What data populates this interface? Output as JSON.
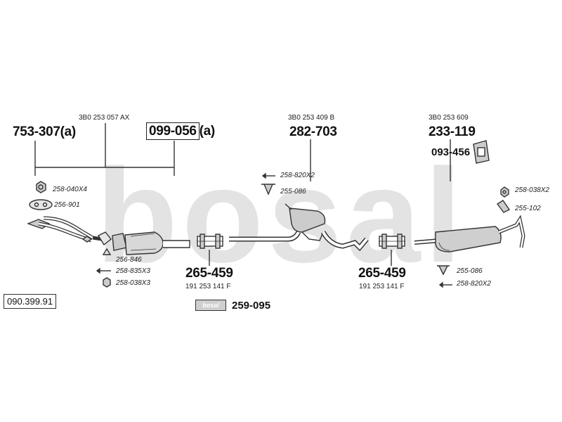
{
  "catalog_number": "090.399.91",
  "brand_tag": "bosal",
  "watermark": "bosal",
  "colors": {
    "watermark": "#e3e3e3",
    "line": "#333333",
    "part_fill": "#c8c8c8"
  },
  "oem_numbers": {
    "front": "3B0 253 057 AX",
    "middle": "3B0 253 409 B",
    "rear": "3B0 253 609",
    "clamp_left": "191 253 141 F",
    "clamp_right": "191 253 141 F"
  },
  "parts": {
    "front_pipe": "753-307",
    "front_pipe_suffix": "(a)",
    "catalyst": "099-056",
    "catalyst_suffix": "(a)",
    "middle_silencer": "282-703",
    "rear_silencer": "233-119",
    "rear_bracket": "093-456",
    "clamp_left": "265-459",
    "clamp_right": "265-459",
    "assembly_kit": "259-095"
  },
  "accessories": {
    "nut_front": "258-040X4",
    "gasket_front": "256-901",
    "gasket_cat": "256-846",
    "bolt_cat": "258-835X3",
    "nut_cat": "258-038X3",
    "bolt_mid": "258-820X2",
    "hanger_mid": "255-086",
    "nut_rear": "258-038X2",
    "hanger_rear_top": "255-102",
    "hanger_rear_bottom": "255-086",
    "bolt_rear": "258-820X2"
  }
}
